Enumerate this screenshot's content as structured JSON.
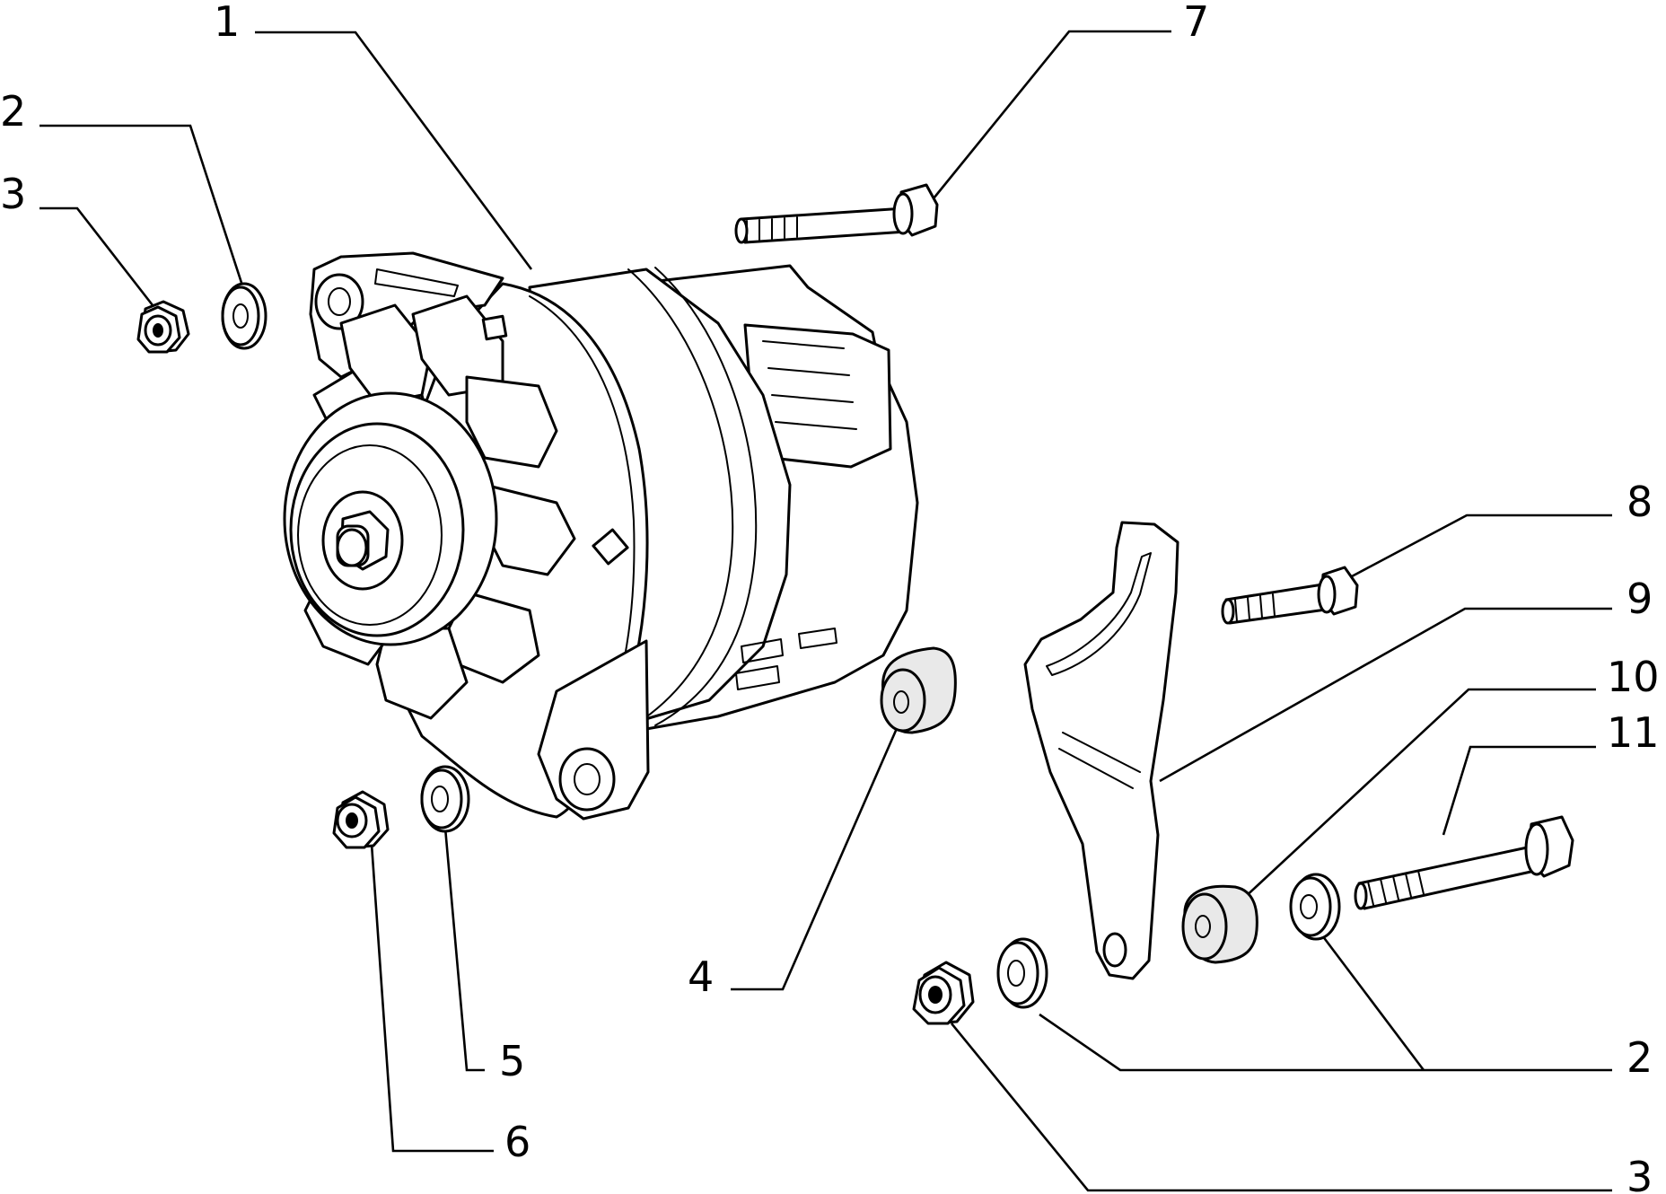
{
  "callouts": {
    "c1": "1",
    "c2_top": "2",
    "c3_top": "3",
    "c7": "7",
    "c8": "8",
    "c9": "9",
    "c10": "10",
    "c11": "11",
    "c4": "4",
    "c5": "5",
    "c6": "6",
    "c2_bottom": "2",
    "c3_bottom": "3"
  },
  "parts": {
    "alternator": "alternator-icon",
    "washer": "washer-icon",
    "nut": "hex-nut-icon",
    "bolt": "bolt-icon",
    "bushing": "rubber-bushing-icon",
    "bracket": "adjusting-bracket-icon"
  },
  "colors": {
    "ink": "#000000",
    "paper": "#ffffff"
  }
}
